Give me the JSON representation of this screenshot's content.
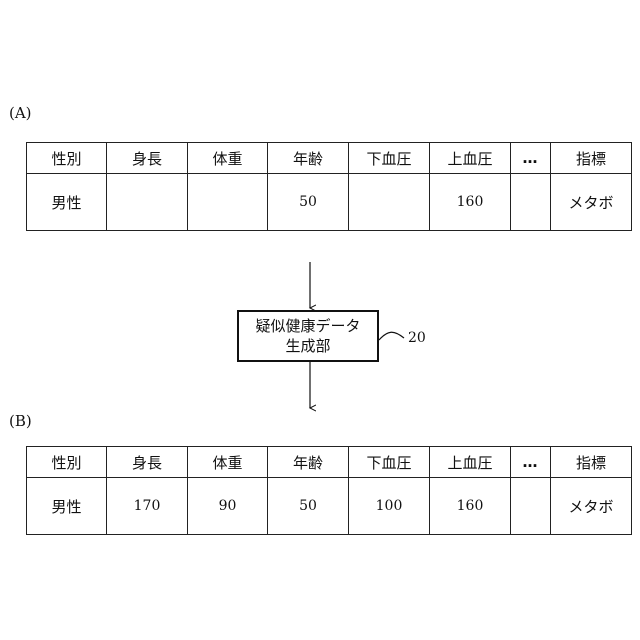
{
  "table_a": {
    "label": "(A)",
    "headers": [
      "性別",
      "身長",
      "体重",
      "年齢",
      "下血圧",
      "上血圧",
      "…",
      "指標"
    ],
    "row": [
      "男性",
      "",
      "",
      "50",
      "",
      "160",
      "",
      "メタボ"
    ]
  },
  "table_b": {
    "label": "(B)",
    "headers": [
      "性別",
      "身長",
      "体重",
      "年齢",
      "下血圧",
      "上血圧",
      "…",
      "指標"
    ],
    "row": [
      "男性",
      "170",
      "90",
      "50",
      "100",
      "160",
      "",
      "メタボ"
    ]
  },
  "generator": {
    "line1": "疑似健康データ",
    "line2": "生成部",
    "ref": "20"
  }
}
